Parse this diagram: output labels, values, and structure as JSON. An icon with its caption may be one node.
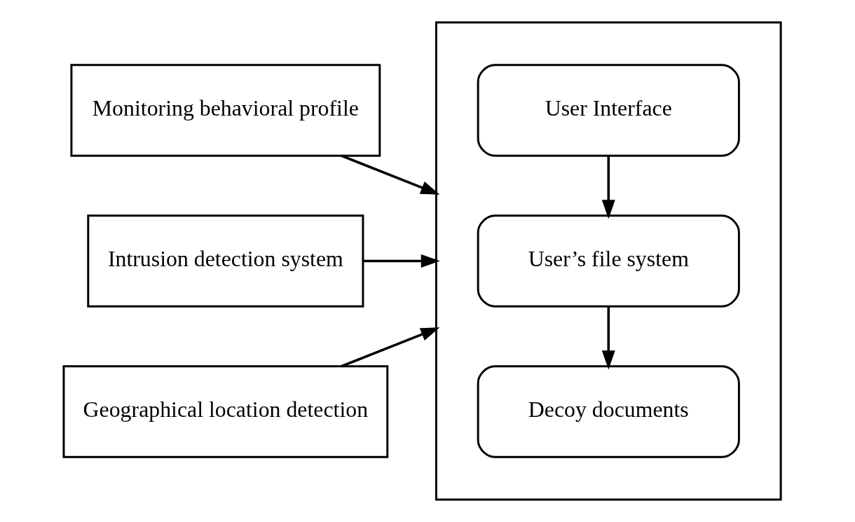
{
  "diagram": {
    "nodes": [
      {
        "text": [
          "Monitoring behavioral profile"
        ]
      },
      {
        "text": [
          "Intrusion detection system"
        ]
      },
      {
        "text": [
          "Geographical location detection"
        ]
      },
      {
        "text": [],
        "shape": "box"
      },
      {
        "text": [
          "User Interface"
        ],
        "in": 3
      },
      {
        "text": [
          "User’s file system"
        ],
        "in": 3
      },
      {
        "text": [
          "Decoy documents"
        ],
        "in": 3
      }
    ],
    "edges": [
      {
        "from": 0,
        "to": 3,
        "arrow": "to"
      },
      {
        "from": 1,
        "to": 3,
        "arrow": "to"
      },
      {
        "from": 2,
        "to": 3,
        "arrow": "to"
      },
      {
        "from": 4,
        "to": 5,
        "arrow": "to"
      },
      {
        "from": 5,
        "to": 6,
        "arrow": "to"
      }
    ]
  }
}
